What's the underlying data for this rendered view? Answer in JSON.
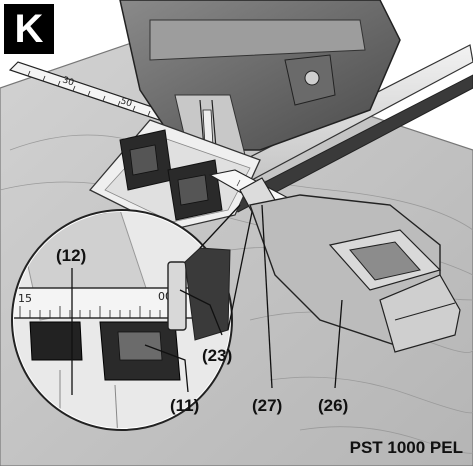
{
  "figure": {
    "panel_letter": "K",
    "model_name": "PST 1000 PEL",
    "callouts": {
      "c12": "(12)",
      "c23": "(23)",
      "c11": "(11)",
      "c27": "(27)",
      "c26": "(26)"
    },
    "scale_marks": {
      "upper_1": "30",
      "upper_2": "50",
      "inset_left": "15",
      "inset_right": "00"
    }
  }
}
